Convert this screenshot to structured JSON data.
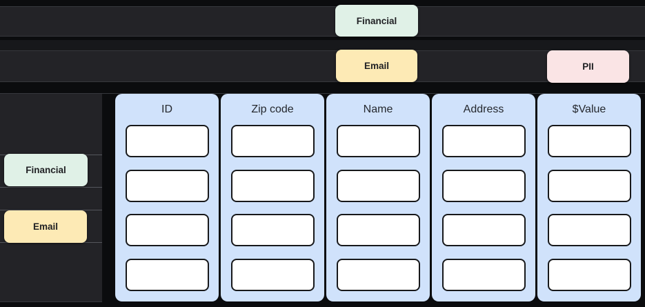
{
  "colors": {
    "canvas_black": "#0b0c0e",
    "lane_gray": "#232327",
    "inter_band_gray": "#17181b",
    "lane_border": "#36383d",
    "stub_border": "#54565c",
    "tag_mint": "#e0f1e7",
    "tag_yellow": "#fdeab5",
    "tag_pink": "#fae4e5",
    "tag_text": "#202124",
    "panel_blue": "#d0e2fb",
    "header_text": "#25282e",
    "cell_white": "#ffffff",
    "cell_border": "#17181a"
  },
  "top_lanes": {
    "lane1_tags": [
      {
        "label": "Financial",
        "color": "#e0f1e7"
      }
    ],
    "lane2_tags": [
      {
        "label": "Email",
        "color": "#fdeab5"
      },
      {
        "label": "PII",
        "color": "#fae4e5"
      }
    ]
  },
  "sidebar_tags": [
    {
      "label": "Financial",
      "color": "#e0f1e7"
    },
    {
      "label": "Email",
      "color": "#fdeab5"
    }
  ],
  "table": {
    "columns": [
      {
        "header": "ID",
        "cells": [
          "",
          "",
          "",
          ""
        ]
      },
      {
        "header": "Zip code",
        "cells": [
          "",
          "",
          "",
          ""
        ]
      },
      {
        "header": "Name",
        "cells": [
          "",
          "",
          "",
          ""
        ]
      },
      {
        "header": "Address",
        "cells": [
          "",
          "",
          "",
          ""
        ]
      },
      {
        "header": "$Value",
        "cells": [
          "",
          "",
          "",
          ""
        ]
      }
    ],
    "rows_per_column": 4
  }
}
